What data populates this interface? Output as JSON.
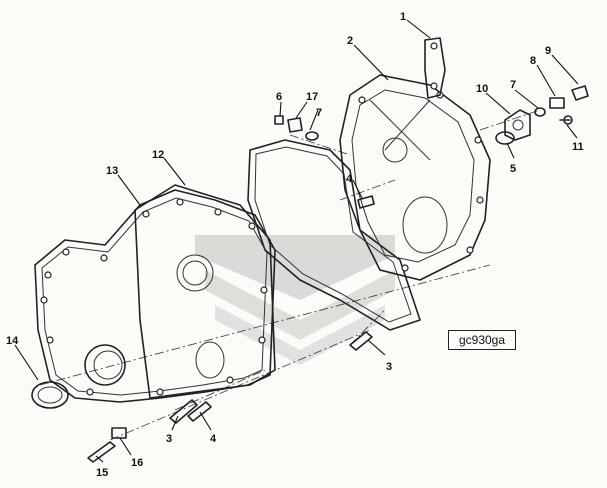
{
  "diagram": {
    "figure_code": "gc930ga",
    "callouts": [
      {
        "id": "c1",
        "label": "1"
      },
      {
        "id": "c2",
        "label": "2"
      },
      {
        "id": "c3a",
        "label": "3"
      },
      {
        "id": "c3b",
        "label": "3"
      },
      {
        "id": "c4a",
        "label": "4"
      },
      {
        "id": "c4b",
        "label": "4"
      },
      {
        "id": "c5",
        "label": "5"
      },
      {
        "id": "c6",
        "label": "6"
      },
      {
        "id": "c7a",
        "label": "7"
      },
      {
        "id": "c7b",
        "label": "7"
      },
      {
        "id": "c8",
        "label": "8"
      },
      {
        "id": "c9",
        "label": "9"
      },
      {
        "id": "c10",
        "label": "10"
      },
      {
        "id": "c11",
        "label": "11"
      },
      {
        "id": "c12",
        "label": "12"
      },
      {
        "id": "c13",
        "label": "13"
      },
      {
        "id": "c14",
        "label": "14"
      },
      {
        "id": "c15",
        "label": "15"
      },
      {
        "id": "c16",
        "label": "16"
      },
      {
        "id": "c17",
        "label": "17"
      }
    ]
  }
}
